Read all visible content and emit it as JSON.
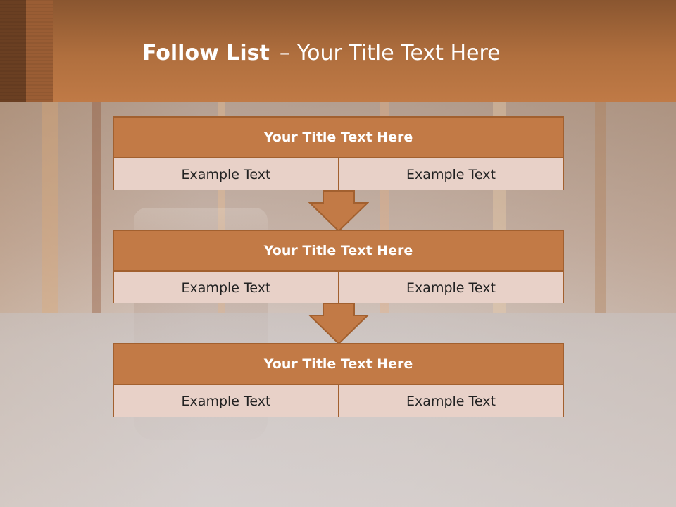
{
  "slide": {
    "title_bold": "Follow List",
    "title_separator": "–",
    "title_rest": "Your Title Text Here"
  },
  "steps": [
    {
      "title": "Your Title Text Here",
      "left_text": "Example Text",
      "right_text": "Example Text"
    },
    {
      "title": "Your Title Text Here",
      "left_text": "Example Text",
      "right_text": "Example Text"
    },
    {
      "title": "Your Title Text Here",
      "left_text": "Example Text",
      "right_text": "Example Text"
    }
  ],
  "colors": {
    "header_brown": "#b06f3e",
    "card_head": "#c27a46",
    "card_border": "#a2602f",
    "card_body": "#e8d1c8",
    "arrow_fill": "#c27a46"
  },
  "icons": {
    "connector": "down-arrow-icon"
  }
}
